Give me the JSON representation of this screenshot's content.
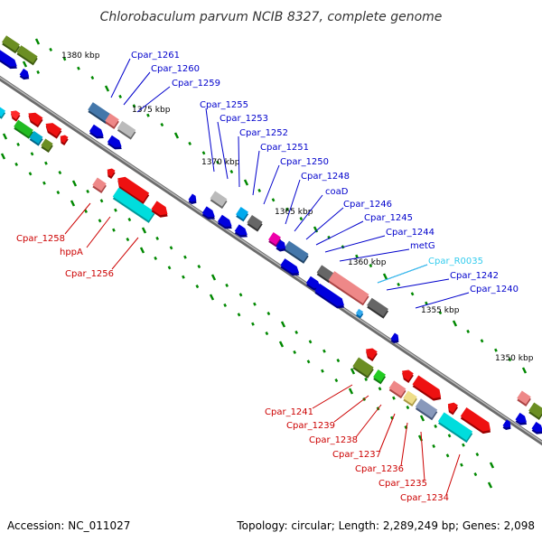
{
  "header": {
    "title": "Chlorobaculum parvum NCIB 8327, complete genome"
  },
  "footer": {
    "accession": "Accession: NC_011027",
    "topology": "Topology: circular; Length: 2,289,249 bp; Genes: 2,098"
  },
  "kbp_labels": [
    "1380 kbp",
    "1375 kbp",
    "1370 kbp",
    "1365 kbp",
    "1360 kbp",
    "1355 kbp",
    "1350 kbp"
  ],
  "gene_labels_forward": [
    "Cpar_1261",
    "Cpar_1260",
    "Cpar_1259",
    "Cpar_1255",
    "Cpar_1253",
    "Cpar_1252",
    "Cpar_1251",
    "Cpar_1250",
    "Cpar_1248",
    "coaD",
    "Cpar_1246",
    "Cpar_1245",
    "Cpar_1244",
    "metG",
    "Cpar_R0035",
    "Cpar_1242",
    "Cpar_1240"
  ],
  "gene_labels_reverse": [
    "Cpar_1258",
    "hppA",
    "Cpar_1256",
    "Cpar_1241",
    "Cpar_1239",
    "Cpar_1238",
    "Cpar_1237",
    "Cpar_1236",
    "Cpar_1235",
    "Cpar_1234"
  ],
  "colors": {
    "backbone": "#808080",
    "forward_label": "#0000cc",
    "rrna_label": "#33ccee",
    "reverse_label": "#cc0000",
    "tick": "#008800"
  }
}
